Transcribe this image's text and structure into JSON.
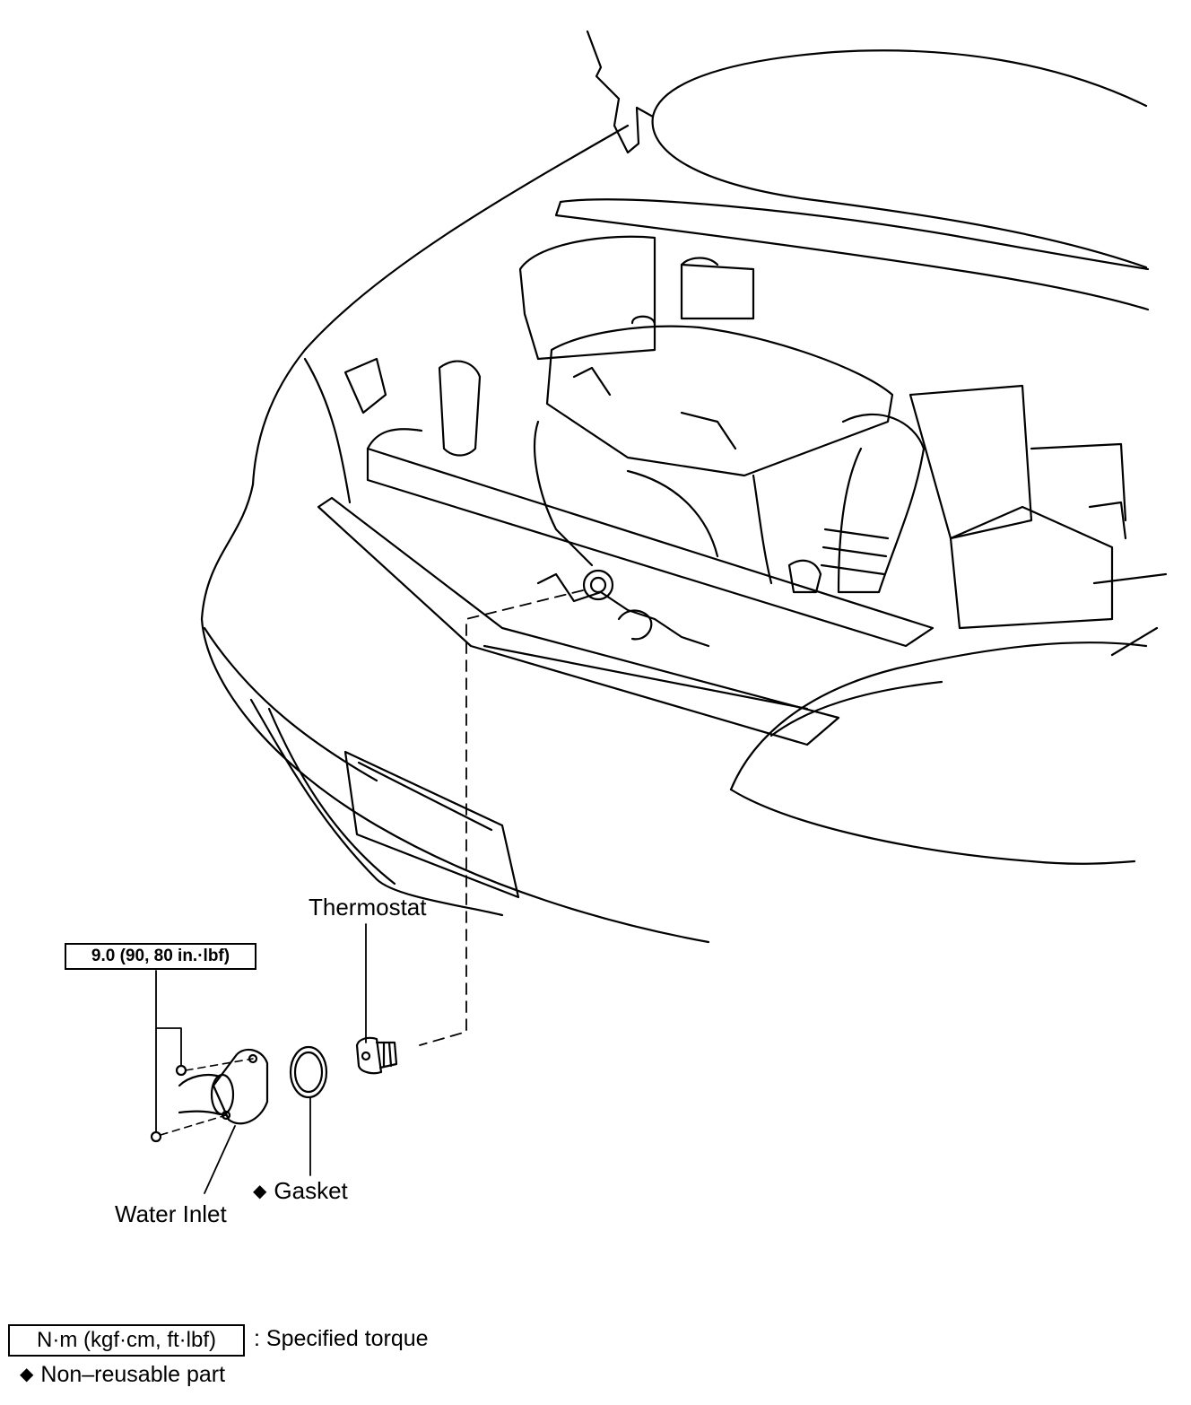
{
  "labels": {
    "thermostat": "Thermostat",
    "gasket": "Gasket",
    "water_inlet": "Water Inlet",
    "torque_value": "9.0 (90, 80 in.·lbf)"
  },
  "legend": {
    "torque_units": "N·m (kgf·cm, ft·lbf)",
    "torque_desc": ": Specified torque",
    "non_reusable": "Non–reusable part"
  },
  "symbols": {
    "non_reusable_marker": "◆"
  }
}
